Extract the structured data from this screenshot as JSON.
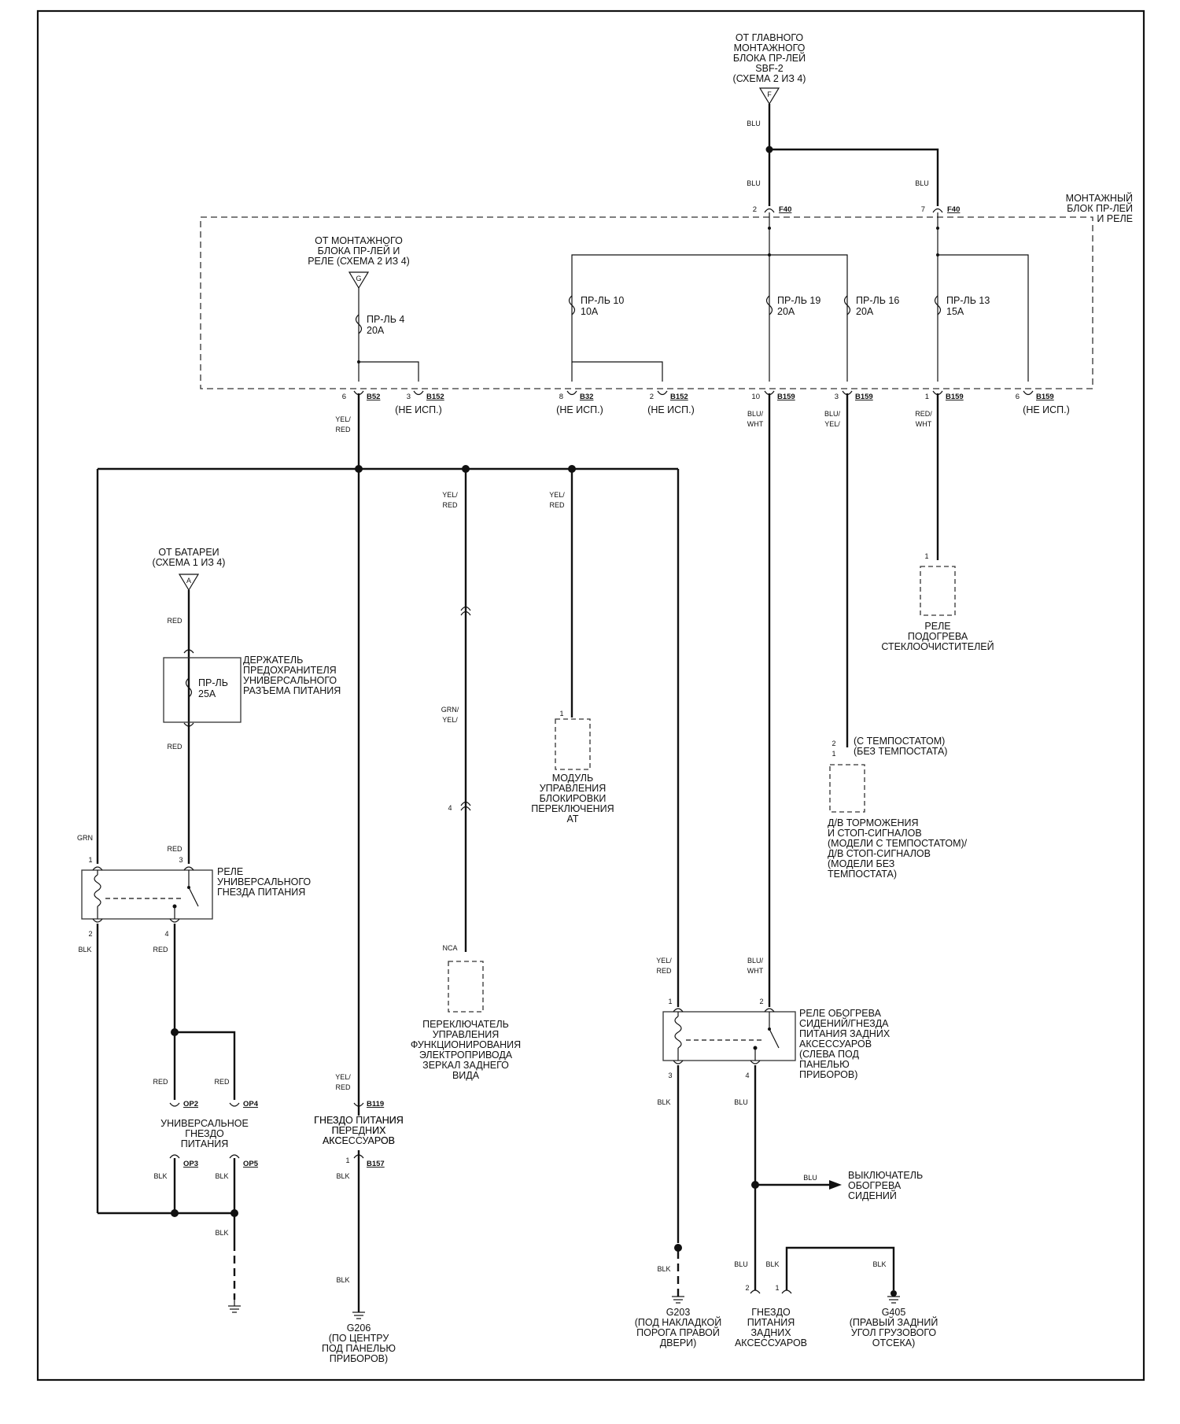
{
  "sources": {
    "main_block": [
      "ОТ ГЛАВНОГО",
      "МОНТАЖНОГО",
      "БЛОКА ПР-ЛЕЙ",
      "SBF-2",
      "(СХЕМА 2 ИЗ 4)"
    ],
    "main_block_letter": "F",
    "relay_block": [
      "ОТ МОНТАЖНОГО",
      "БЛОКА ПР-ЛЕЙ И",
      "РЕЛЕ (СХЕМА 2 ИЗ 4)"
    ],
    "relay_block_letter": "G",
    "battery": [
      "ОТ БАТАРЕИ",
      "(СХЕМА 1 ИЗ 4)"
    ],
    "battery_letter": "A"
  },
  "block_label": [
    "МОНТАЖНЫЙ",
    "БЛОК ПР-ЛЕЙ",
    "И РЕЛЕ"
  ],
  "fuses": {
    "f4": [
      "ПР-ЛЬ 4",
      "20A"
    ],
    "f10": [
      "ПР-ЛЬ 10",
      "10A"
    ],
    "f19": [
      "ПР-ЛЬ 19",
      "20A"
    ],
    "f16": [
      "ПР-ЛЬ 16",
      "20A"
    ],
    "f13": [
      "ПР-ЛЬ 13",
      "15A"
    ],
    "f25": [
      "ПР-ЛЬ",
      "25A"
    ]
  },
  "input_pins": {
    "p2": "2",
    "p7": "7",
    "conn": "F40"
  },
  "output_pins": {
    "b52_pin": "6",
    "b52": "B52",
    "b152a_pin": "3",
    "b152": "B152",
    "b32_pin": "8",
    "b32": "B32",
    "b152b_pin": "2",
    "b159a_pin": "10",
    "b159": "B159",
    "b159b_pin": "3",
    "b159c_pin": "1",
    "b159d_pin": "6"
  },
  "not_used": "(НЕ ИСП.)",
  "wires": {
    "blu": "BLU",
    "yel": "YEL/",
    "red": "RED",
    "blu_s": "BLU/",
    "wht": "WHT",
    "red_s": "RED/",
    "grn": "GRN",
    "blk": "BLK",
    "grn_s": "GRN/",
    "nca": "NCA"
  },
  "components": {
    "wiper_relay": [
      "РЕЛЕ",
      "ПОДОГРЕВА",
      "СТЕКЛООЧИСТИТЕЛЕЙ"
    ],
    "fuse_holder": [
      "ДЕРЖАТЕЛЬ",
      "ПРЕДОХРАНИТЕЛЯ",
      "УНИВЕРСАЛЬНОГО",
      "РАЗЪЕМА ПИТАНИЯ"
    ],
    "universal_relay": [
      "РЕЛЕ",
      "УНИВЕРСАЛЬНОГО",
      "ГНЕЗДА ПИТАНИЯ"
    ],
    "universal_socket": [
      "УНИВЕРСАЛЬНОЕ",
      "ГНЕЗДО",
      "ПИТАНИЯ"
    ],
    "front_socket": [
      "ГНЕЗДО ПИТАНИЯ",
      "ПЕРЕДНИХ",
      "АКСЕССУАРОВ"
    ],
    "mirror_switch": [
      "ПЕРЕКЛЮЧАТЕЛЬ",
      "УПРАВЛЕНИЯ",
      "ФУНКЦИОНИРОВАНИЯ",
      "ЭЛЕКТРОПРИВОДА",
      "ЗЕРКАЛ ЗАДНЕГО",
      "ВИДА"
    ],
    "shift_module": [
      "МОДУЛЬ",
      "УПРАВЛЕНИЯ",
      "БЛОКИРОВКИ",
      "ПЕРЕКЛЮЧЕНИЯ",
      "AT"
    ],
    "brake_switch_notes": [
      "(С ТЕМПОСТАТОМ)",
      "(БЕЗ ТЕМПОСТАТА)"
    ],
    "brake_switch": [
      "Д/В ТОРМОЖЕНИЯ",
      "И СТОП-СИГНАЛОВ",
      "(МОДЕЛИ С ТЕМПОСТАТОМ)/",
      "Д/В СТОП-СИГНАЛОВ",
      "(МОДЕЛИ БЕЗ",
      "ТЕМПОСТАТА)"
    ],
    "seat_relay": [
      "РЕЛЕ ОБОГРЕВА",
      "СИДЕНИЙ/ГНЕЗДА",
      "ПИТАНИЯ ЗАДНИХ",
      "АКСЕССУАРОВ",
      "(СЛЕВА ПОД",
      "ПАНЕЛЬЮ",
      "ПРИБОРОВ)"
    ],
    "seat_switch": [
      "ВЫКЛЮЧАТЕЛЬ",
      "ОБОГРЕВА",
      "СИДЕНИЙ"
    ],
    "rear_socket": [
      "ГНЕЗДО",
      "ПИТАНИЯ",
      "ЗАДНИХ",
      "АКСЕССУАРОВ"
    ]
  },
  "connectors": {
    "op2": "OP2",
    "op4": "OP4",
    "op3": "OP3",
    "op5": "OP5",
    "b119": "B119",
    "b157": "B157"
  },
  "grounds": {
    "g206": [
      "G206",
      "(ПО ЦЕНТРУ",
      "ПОД ПАНЕЛЬЮ",
      "ПРИБОРОВ)"
    ],
    "g203": [
      "G203",
      "(ПОД НАКЛАДКОЙ",
      "ПОРОГА ПРАВОЙ",
      "ДВЕРИ)"
    ],
    "g405": [
      "G405",
      "(ПРАВЫЙ ЗАДНИЙ",
      "УГОЛ ГРУЗОВОГО",
      "ОТСЕКА)"
    ]
  },
  "pin_numbers": [
    "1",
    "2",
    "3",
    "4"
  ]
}
